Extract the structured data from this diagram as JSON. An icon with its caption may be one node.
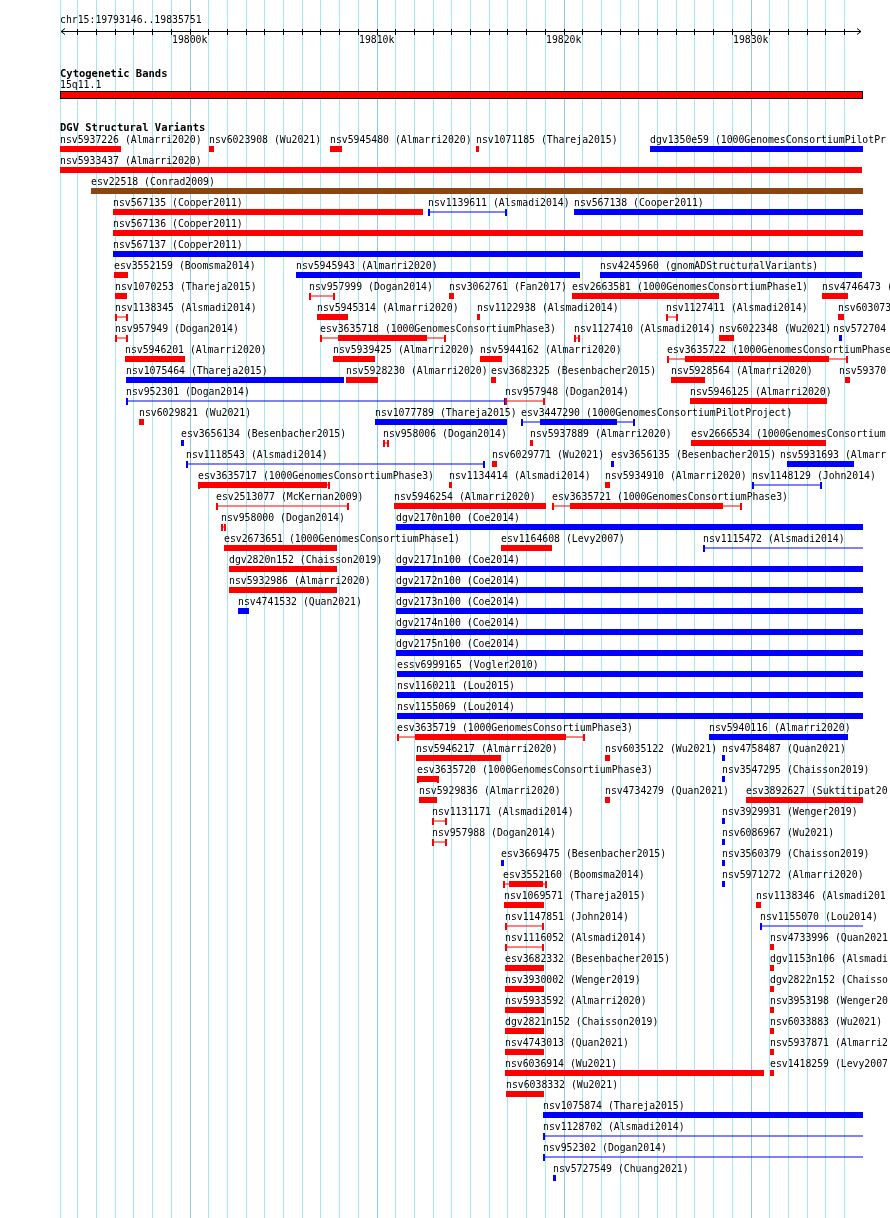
{
  "diagram": {
    "nodes": [
      {
        "text": [
          "15q11.1"
        ]
      },
      {
        "text": [
          "nsv5937226 (Almarri2020)"
        ]
      },
      {
        "text": [
          "nsv6023908 (Wu2021)"
        ]
      },
      {
        "text": [
          "nsv5945480 (Almarri2020)"
        ]
      },
      {
        "text": [
          "nsv1071185 (Thareja2015)"
        ]
      },
      {
        "text": [
          "dgv1350e59 (1000GenomesConsortiumPilotPr"
        ]
      },
      {
        "text": [
          "nsv5933437 (Almarri2020)"
        ]
      },
      {
        "text": [
          "esv22518 (Conrad2009)"
        ]
      },
      {
        "text": [
          "nsv567135 (Cooper2011)"
        ]
      },
      {
        "text": [
          "nsv1139611 (Alsmadi2014)"
        ]
      },
      {
        "text": [
          "nsv567138 (Cooper2011)"
        ]
      },
      {
        "text": [
          "nsv567136 (Cooper2011)"
        ]
      },
      {
        "text": [
          "nsv567137 (Cooper2011)"
        ]
      },
      {
        "text": [
          "esv3552159 (Boomsma2014)"
        ]
      },
      {
        "text": [
          "nsv5945943 (Almarri2020)"
        ]
      },
      {
        "text": [
          "nsv4245960 (gnomADStructuralVariants)"
        ]
      },
      {
        "text": [
          "nsv1070253 (Thareja2015)"
        ]
      },
      {
        "text": [
          "nsv957999 (Dogan2014)"
        ]
      },
      {
        "text": [
          "nsv3062761 (Fan2017)"
        ]
      },
      {
        "text": [
          "esv2663581 (1000GenomesConsortiumPhase1)"
        ]
      },
      {
        "text": [
          "nsv4746473 ("
        ]
      },
      {
        "text": [
          "nsv1138345 (Alsmadi2014)"
        ]
      },
      {
        "text": [
          "nsv5945314 (Almarri2020)"
        ]
      },
      {
        "text": [
          "nsv1122938 (Alsmadi2014)"
        ]
      },
      {
        "text": [
          "nsv1127411 (Alsmadi2014)"
        ]
      },
      {
        "text": [
          "nsv603073"
        ]
      },
      {
        "text": [
          "nsv957949 (Dogan2014)"
        ]
      },
      {
        "text": [
          "esv3635718 (1000GenomesConsortiumPhase3)"
        ]
      },
      {
        "text": [
          "nsv1127410 (Alsmadi2014)"
        ]
      },
      {
        "text": [
          "nsv6022348 (Wu2021)"
        ]
      },
      {
        "text": [
          "nsv572704"
        ]
      },
      {
        "text": [
          "nsv5946201 (Almarri2020)"
        ]
      },
      {
        "text": [
          "nsv5939425 (Almarri2020)"
        ]
      },
      {
        "text": [
          "nsv5944162 (Almarri2020)"
        ]
      },
      {
        "text": [
          "esv3635722 (1000GenomesConsortiumPhase"
        ]
      },
      {
        "text": [
          "nsv1075464 (Thareja2015)"
        ]
      },
      {
        "text": [
          "nsv5928230 (Almarri2020)"
        ]
      },
      {
        "text": [
          "esv3682325 (Besenbacher2015)"
        ]
      },
      {
        "text": [
          "nsv5928564 (Almarri2020)"
        ]
      },
      {
        "text": [
          "nsv59370"
        ]
      },
      {
        "text": [
          "nsv952301 (Dogan2014)"
        ]
      },
      {
        "text": [
          "nsv957948 (Dogan2014)"
        ]
      },
      {
        "text": [
          "nsv5946125 (Almarri2020)"
        ]
      },
      {
        "text": [
          "nsv6029821 (Wu2021)"
        ]
      },
      {
        "text": [
          "nsv1077789 (Thareja2015)"
        ]
      },
      {
        "text": [
          "esv3447290 (1000GenomesConsortiumPilotProject)"
        ]
      },
      {
        "text": [
          "esv3656134 (Besenbacher2015)"
        ]
      },
      {
        "text": [
          "nsv958006 (Dogan2014)"
        ]
      },
      {
        "text": [
          "nsv5937889 (Almarri2020)"
        ]
      },
      {
        "text": [
          "esv2666534 (1000GenomesConsortium"
        ]
      },
      {
        "text": [
          "nsv1118543 (Alsmadi2014)"
        ]
      },
      {
        "text": [
          "nsv6029771 (Wu2021)"
        ]
      },
      {
        "text": [
          "esv3656135 (Besenbacher2015)"
        ]
      },
      {
        "text": [
          "nsv5931693 (Almarr"
        ]
      },
      {
        "text": [
          "esv3635717 (1000GenomesConsortiumPhase3)"
        ]
      },
      {
        "text": [
          "nsv1134414 (Alsmadi2014)"
        ]
      },
      {
        "text": [
          "nsv5934910 (Almarri2020)"
        ]
      },
      {
        "text": [
          "nsv1148129 (John2014)"
        ]
      },
      {
        "text": [
          "esv2513077 (McKernan2009)"
        ]
      },
      {
        "text": [
          "nsv5946254 (Almarri2020)"
        ]
      },
      {
        "text": [
          "esv3635721 (1000GenomesConsortiumPhase3)"
        ]
      },
      {
        "text": [
          "nsv958000 (Dogan2014)"
        ]
      },
      {
        "text": [
          "dgv2170n100 (Coe2014)"
        ]
      },
      {
        "text": [
          "esv2673651 (1000GenomesConsortiumPhase1)"
        ]
      },
      {
        "text": [
          "esv1164608 (Levy2007)"
        ]
      },
      {
        "text": [
          "nsv1115472 (Alsmadi2014)"
        ]
      },
      {
        "text": [
          "dgv2820n152 (Chaisson2019)"
        ]
      },
      {
        "text": [
          "dgv2171n100 (Coe2014)"
        ]
      },
      {
        "text": [
          "nsv5932986 (Almarri2020)"
        ]
      },
      {
        "text": [
          "dgv2172n100 (Coe2014)"
        ]
      },
      {
        "text": [
          "nsv4741532 (Quan2021)"
        ]
      },
      {
        "text": [
          "dgv2173n100 (Coe2014)"
        ]
      },
      {
        "text": [
          "dgv2174n100 (Coe2014)"
        ]
      },
      {
        "text": [
          "dgv2175n100 (Coe2014)"
        ]
      },
      {
        "text": [
          "essv6999165 (Vogler2010)"
        ]
      },
      {
        "text": [
          "nsv1160211 (Lou2015)"
        ]
      },
      {
        "text": [
          "nsv1155069 (Lou2014)"
        ]
      },
      {
        "text": [
          "esv3635719 (1000GenomesConsortiumPhase3)"
        ]
      },
      {
        "text": [
          "nsv5940116 (Almarri2020)"
        ]
      },
      {
        "text": [
          "nsv5946217 (Almarri2020)"
        ]
      },
      {
        "text": [
          "nsv6035122 (Wu2021)"
        ]
      },
      {
        "text": [
          "nsv4758487 (Quan2021)"
        ]
      },
      {
        "text": [
          "esv3635720 (1000GenomesConsortiumPhase3)"
        ]
      },
      {
        "text": [
          "nsv3547295 (Chaisson2019)"
        ]
      },
      {
        "text": [
          "nsv5929836 (Almarri2020)"
        ]
      },
      {
        "text": [
          "nsv4734279 (Quan2021)"
        ]
      },
      {
        "text": [
          "esv3892627 (Suktitipat20"
        ]
      },
      {
        "text": [
          "nsv1131171 (Alsmadi2014)"
        ]
      },
      {
        "text": [
          "nsv3929931 (Wenger2019)"
        ]
      },
      {
        "text": [
          "nsv957988 (Dogan2014)"
        ]
      },
      {
        "text": [
          "nsv6086967 (Wu2021)"
        ]
      },
      {
        "text": [
          "esv3669475 (Besenbacher2015)"
        ]
      },
      {
        "text": [
          "nsv3560379 (Chaisson2019)"
        ]
      },
      {
        "text": [
          "esv3552160 (Boomsma2014)"
        ]
      },
      {
        "text": [
          "nsv5971272 (Almarri2020)"
        ]
      },
      {
        "text": [
          "nsv1069571 (Thareja2015)"
        ]
      },
      {
        "text": [
          "nsv1138346 (Alsmadi201"
        ]
      },
      {
        "text": [
          "nsv1147851 (John2014)"
        ]
      },
      {
        "text": [
          "nsv1155070 (Lou2014)"
        ]
      },
      {
        "text": [
          "nsv1116052 (Alsmadi2014)"
        ]
      },
      {
        "text": [
          "nsv4733996 (Quan2021"
        ]
      },
      {
        "text": [
          "esv3682332 (Besenbacher2015)"
        ]
      },
      {
        "text": [
          "dgv1153n106 (Alsmadi"
        ]
      },
      {
        "text": [
          "nsv3930002 (Wenger2019)"
        ]
      },
      {
        "text": [
          "dgv2822n152 (Chaisso"
        ]
      },
      {
        "text": [
          "nsv5933592 (Almarri2020)"
        ]
      },
      {
        "text": [
          "nsv3953198 (Wenger20"
        ]
      },
      {
        "text": [
          "dgv2821n152 (Chaisson2019)"
        ]
      },
      {
        "text": [
          "nsv6033883 (Wu2021)"
        ]
      },
      {
        "text": [
          "nsv4743013 (Quan2021)"
        ]
      },
      {
        "text": [
          "nsv5937871 (Almarri2"
        ]
      },
      {
        "text": [
          "nsv6036914 (Wu2021)"
        ]
      },
      {
        "text": [
          "esv1418259 (Levy2007"
        ]
      },
      {
        "text": [
          "nsv6038332 (Wu2021)"
        ]
      },
      {
        "text": [
          "nsv1075874 (Thareja2015)"
        ]
      },
      {
        "text": [
          "nsv1128702 (Alsmadi2014)"
        ]
      },
      {
        "text": [
          "nsv952302 (Dogan2014)"
        ]
      },
      {
        "text": [
          "nsv5727549 (Chuang2021)"
        ]
      }
    ],
    "labels": [
      "chr15:19793146..19835751",
      "19800k",
      "19810k",
      "19820k",
      "19830k",
      "Cytogenetic Bands",
      "DGV Structural Variants"
    ]
  }
}
